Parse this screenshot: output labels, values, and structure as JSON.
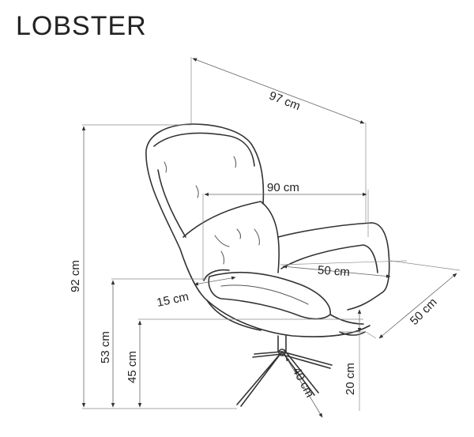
{
  "title": "LOBSTER",
  "dimensions": {
    "depth_total": "97 cm",
    "width_seat_top": "90 cm",
    "height_total": "92 cm",
    "seat_height": "53 cm",
    "seat_front_height": "45 cm",
    "seat_inner_width": "50 cm",
    "seat_depth": "50 cm",
    "armrest_height": "15 cm",
    "base_height": "20 cm",
    "base_radius": "40 cm"
  },
  "colors": {
    "line": "#333333",
    "dimension_line": "#666666",
    "text": "#222222"
  }
}
